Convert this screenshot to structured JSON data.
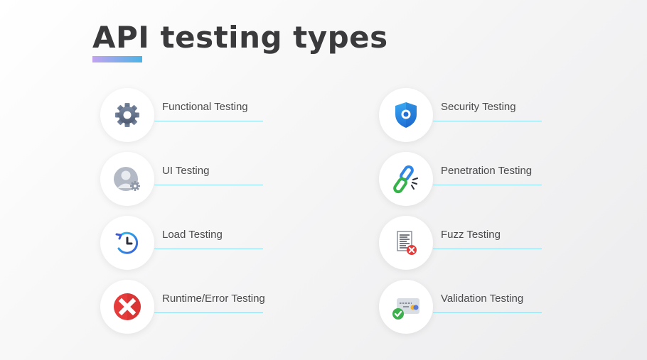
{
  "title": "API testing types",
  "accent_gradient": [
    "#c3a3f0",
    "#4bb3e6"
  ],
  "line_color": "#8edff2",
  "items": [
    {
      "label": "Functional Testing",
      "icon": "gear-icon"
    },
    {
      "label": "UI Testing",
      "icon": "user-settings-icon"
    },
    {
      "label": "Load Testing",
      "icon": "clock-refresh-icon"
    },
    {
      "label": "Runtime/Error Testing",
      "icon": "error-x-icon"
    },
    {
      "label": "Security Testing",
      "icon": "shield-icon"
    },
    {
      "label": "Penetration Testing",
      "icon": "broken-link-icon"
    },
    {
      "label": "Fuzz Testing",
      "icon": "document-error-icon"
    },
    {
      "label": "Validation Testing",
      "icon": "card-check-icon"
    }
  ]
}
